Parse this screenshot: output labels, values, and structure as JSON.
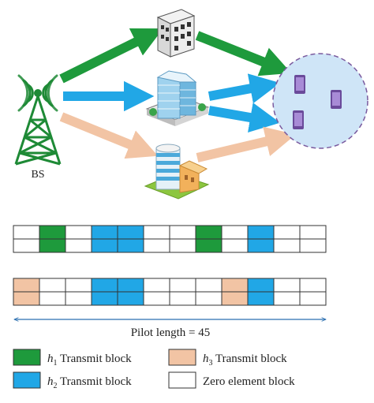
{
  "diagram": {
    "bs_label": "BS",
    "colors": {
      "h1": "#1e9a3c",
      "h2": "#21a7e6",
      "h3": "#f2c4a4",
      "zero": "#ffffff",
      "cell_edge": "#333333",
      "user_region_fill": "#cfe5f7",
      "user_region_edge": "#7a5a9e",
      "device": "#6a4a9a",
      "pilot_line": "#2b6fb0"
    },
    "pilot_length_label": "Pilot length = 45",
    "pattern_a": {
      "row1": [
        "zero",
        "h1",
        "zero",
        "h2",
        "h2",
        "zero",
        "zero",
        "h1",
        "zero",
        "h2",
        "zero",
        "zero"
      ],
      "row2": [
        "zero",
        "h1",
        "zero",
        "h2",
        "h2",
        "zero",
        "zero",
        "h1",
        "zero",
        "h2",
        "zero",
        "zero"
      ]
    },
    "pattern_b": {
      "row1": [
        "h3",
        "zero",
        "zero",
        "h2",
        "h2",
        "zero",
        "zero",
        "zero",
        "h3",
        "h2",
        "zero",
        "zero"
      ],
      "row2": [
        "h3",
        "zero",
        "zero",
        "h2",
        "h2",
        "zero",
        "zero",
        "zero",
        "h3",
        "h2",
        "zero",
        "zero"
      ]
    },
    "legend": [
      {
        "key": "h1",
        "symbol": "h",
        "subscript": "1",
        "label": " Transmit block"
      },
      {
        "key": "h2",
        "symbol": "h",
        "subscript": "2",
        "label": " Transmit block"
      },
      {
        "key": "h3",
        "symbol": "h",
        "subscript": "3",
        "label": " Transmit block"
      },
      {
        "key": "zero",
        "symbol": "",
        "subscript": "",
        "label": "Zero element block"
      }
    ]
  }
}
